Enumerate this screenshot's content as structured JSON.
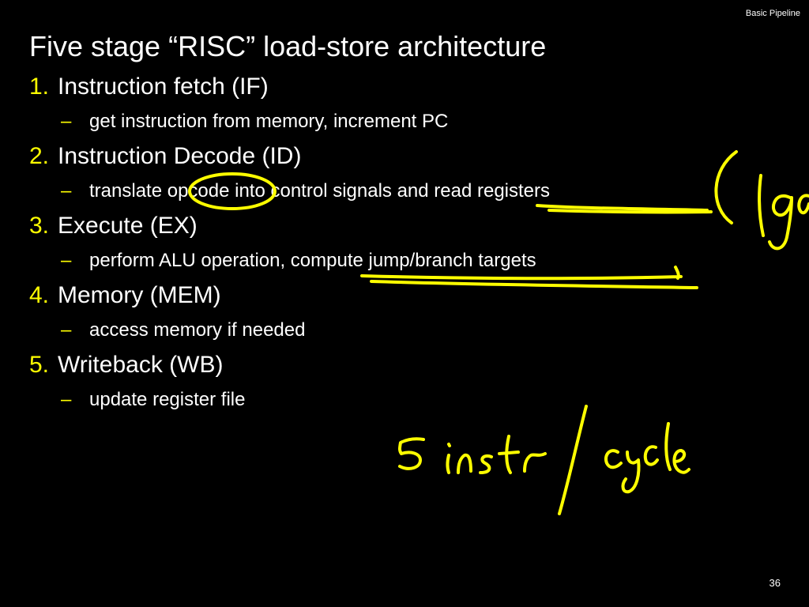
{
  "slide": {
    "header": "Basic Pipeline",
    "title": "Five stage “RISC” load-store architecture",
    "page_number": "36"
  },
  "stages": [
    {
      "number": "1.",
      "name": "Instruction fetch (IF)",
      "detail": "get instruction from memory, increment PC"
    },
    {
      "number": "2.",
      "name": "Instruction Decode (ID)",
      "detail": "translate opcode into control signals and read registers"
    },
    {
      "number": "3.",
      "name": "Execute (EX)",
      "detail": "perform ALU operation,  compute jump/branch targets"
    },
    {
      "number": "4.",
      "name": "Memory (MEM)",
      "detail": "access memory if needed"
    },
    {
      "number": "5.",
      "name": "Writeback (WB)",
      "detail": "update register file"
    }
  ],
  "bullet_glyph": "–",
  "handwriting": {
    "annotation_right": "( lgat",
    "annotation_bottom": "5 instr / cycle",
    "ink_color": "#ffff00"
  },
  "colors": {
    "background": "#000000",
    "text": "#ffffff",
    "accent": "#ffff00"
  }
}
